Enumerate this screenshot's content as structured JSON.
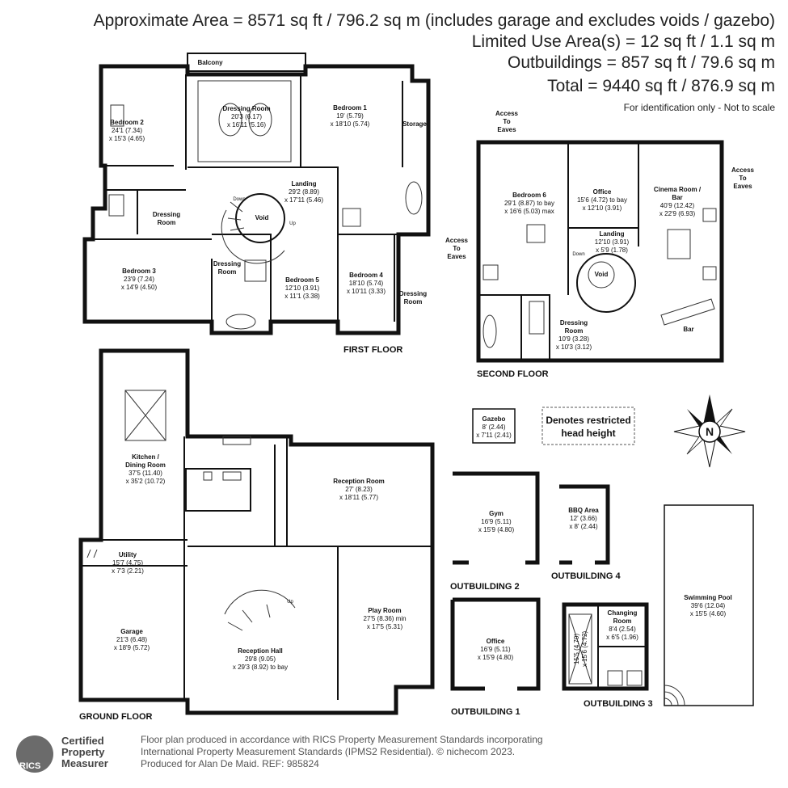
{
  "header": {
    "line1": "Approximate Area = 8571 sq ft / 796.2 sq m (includes garage and excludes voids / gazebo)",
    "line2": "Limited Use Area(s) = 12 sq ft / 1.1 sq m",
    "line3": "Outbuildings = 857 sq ft / 79.6 sq m",
    "line4": "Total = 9440 sq ft / 876.9 sq m",
    "note": "For identification only - Not to scale"
  },
  "floors": {
    "first": "FIRST FLOOR",
    "second": "SECOND FLOOR",
    "ground": "GROUND FLOOR",
    "out1": "OUTBUILDING 1",
    "out2": "OUTBUILDING 2",
    "out3": "OUTBUILDING 3",
    "out4": "OUTBUILDING 4"
  },
  "rooms": {
    "balcony": "Balcony",
    "bed2": [
      "Bedroom 2",
      "24'1 (7.34)",
      "x 15'3 (4.65)"
    ],
    "dressing_main": [
      "Dressing Room",
      "20'3 (6.17)",
      "x 16'11 (5.16)"
    ],
    "bed1": [
      "Bedroom 1",
      "19' (5.79)",
      "x 18'10 (5.74)"
    ],
    "storage": "Storage",
    "landing1": [
      "Landing",
      "29'2 (8.89)",
      "x 17'11 (5.46)"
    ],
    "void": "Void",
    "down": "Down",
    "up": "Up",
    "dressing_a": [
      "Dressing",
      "Room"
    ],
    "bed3": [
      "Bedroom 3",
      "23'9 (7.24)",
      "x 14'9 (4.50)"
    ],
    "dressing_b": [
      "Dressing",
      "Room"
    ],
    "bed5": [
      "Bedroom 5",
      "12'10 (3.91)",
      "x 11'1 (3.38)"
    ],
    "bed4": [
      "Bedroom 4",
      "18'10 (5.74)",
      "x 10'11 (3.33)"
    ],
    "dressing_c": [
      "Dressing",
      "Room"
    ],
    "access_eaves": [
      "Access",
      "To",
      "Eaves"
    ],
    "bed6": [
      "Bedroom 6",
      "29'1 (8.87) to bay",
      "x 16'6 (5.03) max"
    ],
    "office2": [
      "Office",
      "15'6 (4.72) to bay",
      "x 12'10 (3.91)"
    ],
    "cinema": [
      "Cinema Room /",
      "Bar",
      "40'9 (12.42)",
      "x 22'9 (6.93)"
    ],
    "landing2": [
      "Landing",
      "12'10 (3.91)",
      "x 5'9 (1.78)"
    ],
    "dressing_d": [
      "Dressing",
      "Room",
      "10'9 (3.28)",
      "x 10'3 (3.12)"
    ],
    "bar": "Bar",
    "kitchen": [
      "Kitchen /",
      "Dining Room",
      "37'5 (11.40)",
      "x 35'2 (10.72)"
    ],
    "reception_room": [
      "Reception Room",
      "27' (8.23)",
      "x 18'11 (5.77)"
    ],
    "utility": [
      "Utility",
      "15'7 (4.75)",
      "x 7'3 (2.21)"
    ],
    "garage": [
      "Garage",
      "21'3 (6.48)",
      "x 18'9 (5.72)"
    ],
    "reception_hall": [
      "Reception Hall",
      "29'8 (9.05)",
      "x 29'3 (8.92) to bay"
    ],
    "play": [
      "Play Room",
      "27'5 (8.36) min",
      "x 17'5 (5.31)"
    ],
    "gazebo": [
      "Gazebo",
      "8' (2.44)",
      "x 7'11 (2.41)"
    ],
    "restricted": [
      "Denotes restricted",
      "head height"
    ],
    "gym": [
      "Gym",
      "16'9 (5.11)",
      "x 15'9 (4.80)"
    ],
    "bbq": [
      "BBQ Area",
      "12' (3.66)",
      "x 8' (2.44)"
    ],
    "office_out": [
      "Office",
      "16'9 (5.11)",
      "x 15'9 (4.80)"
    ],
    "changing": [
      "Changing",
      "Room",
      "8'4 (2.54)",
      "x 6'5 (1.96)"
    ],
    "sauna": [
      "15'5 (4.70)",
      "x 15'6 (4.72)"
    ],
    "pool": [
      "Swimming Pool",
      "39'6 (12.04)",
      "x 15'5 (4.60)"
    ],
    "north": "N"
  },
  "logo": {
    "mark": "RICS",
    "text": [
      "Certified",
      "Property",
      "Measurer"
    ]
  },
  "footer": {
    "line1": "Floor plan produced in accordance with RICS Property Measurement Standards incorporating",
    "line2": "International Property Measurement Standards (IPMS2 Residential).   © nichecom 2023.",
    "line3": "Produced for Alan De Maid.   REF: 985824"
  }
}
